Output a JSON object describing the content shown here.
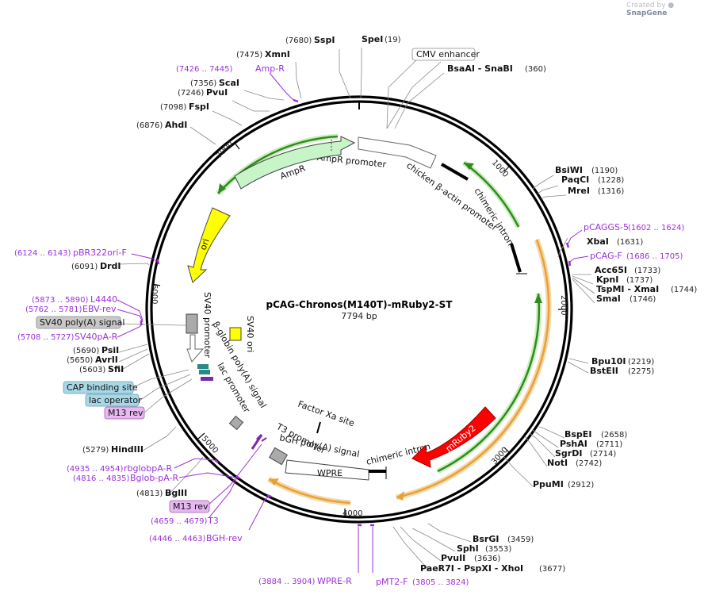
{
  "credit": {
    "prefix": "Created by",
    "brand": "SnapGene"
  },
  "plasmid": {
    "name": "pCAG-Chronos(M140T)-mRuby2-ST",
    "size": "7794 bp"
  },
  "ticks": [
    "1000",
    "2000",
    "3000",
    "4000",
    "5000",
    "6000",
    "7000"
  ],
  "sites": [
    {
      "name": "SpeI",
      "pos": "(19)"
    },
    {
      "name": "SspI",
      "pos": "(7680)"
    },
    {
      "name": "XmnI",
      "pos": "(7475)"
    },
    {
      "name": "ScaI",
      "pos": "(7356)"
    },
    {
      "name": "PvuI",
      "pos": "(7246)"
    },
    {
      "name": "FspI",
      "pos": "(7098)"
    },
    {
      "name": "AhdI",
      "pos": "(6876)"
    },
    {
      "name": "DrdI",
      "pos": "(6091)"
    },
    {
      "name": "PsiI",
      "pos": "(5690)"
    },
    {
      "name": "AvrII",
      "pos": "(5650)"
    },
    {
      "name": "SfiI",
      "pos": "(5603)"
    },
    {
      "name": "HindIII",
      "pos": "(5279)"
    },
    {
      "name": "BglII",
      "pos": "(4813)"
    },
    {
      "name": "BsaAI - SnaBI",
      "pos": "(360)"
    },
    {
      "name": "BsiWI",
      "pos": "(1190)"
    },
    {
      "name": "PaqCI",
      "pos": "(1228)"
    },
    {
      "name": "MreI",
      "pos": "(1316)"
    },
    {
      "name": "XbaI",
      "pos": "(1631)"
    },
    {
      "name": "Acc65I",
      "pos": "(1733)"
    },
    {
      "name": "KpnI",
      "pos": "(1737)"
    },
    {
      "name": "TspMI - XmaI",
      "pos": "(1744)"
    },
    {
      "name": "SmaI",
      "pos": "(1746)"
    },
    {
      "name": "Bpu10I",
      "pos": "(2219)"
    },
    {
      "name": "BstEII",
      "pos": "(2275)"
    },
    {
      "name": "BspEI",
      "pos": "(2658)"
    },
    {
      "name": "PshAI",
      "pos": "(2711)"
    },
    {
      "name": "SgrDI",
      "pos": "(2714)"
    },
    {
      "name": "NotI",
      "pos": "(2742)"
    },
    {
      "name": "PpuMI",
      "pos": "(2912)"
    },
    {
      "name": "BsrGI",
      "pos": "(3459)"
    },
    {
      "name": "SphI",
      "pos": "(3553)"
    },
    {
      "name": "PvuII",
      "pos": "(3636)"
    },
    {
      "name": "PaeR7I - PspXI - XhoI",
      "pos": "(3677)"
    }
  ],
  "primers": [
    {
      "name": "Amp-R",
      "range": "(7426 .. 7445)"
    },
    {
      "name": "pBR322ori-F",
      "range": "(6124 .. 6143)"
    },
    {
      "name": "L4440",
      "range": "(5873 .. 5890)"
    },
    {
      "name": "EBV-rev",
      "range": "(5762 .. 5781)"
    },
    {
      "name": "SV40pA-R",
      "range": "(5708 .. 5727)"
    },
    {
      "name": "rbglobpA-R",
      "range": "(4935 .. 4954)"
    },
    {
      "name": "Bglob-pA-R",
      "range": "(4816 .. 4835)"
    },
    {
      "name": "T3",
      "range": "(4659 .. 4679)"
    },
    {
      "name": "BGH-rev",
      "range": "(4446 .. 4463)"
    },
    {
      "name": "WPRE-R",
      "range": "(3884 .. 3904)"
    },
    {
      "name": "pMT2-F",
      "range": "(3805 .. 3824)"
    },
    {
      "name": "pCAGGS-5",
      "range": "(1602 .. 1624)"
    },
    {
      "name": "pCAG-F",
      "range": "(1686 .. 1705)"
    }
  ],
  "boxed": [
    {
      "name": "CMV enhancer"
    },
    {
      "name": "SV40 poly(A) signal"
    },
    {
      "name": "CAP binding site"
    },
    {
      "name": "lac operator"
    },
    {
      "name": "M13 rev"
    },
    {
      "name": "M13 rev"
    }
  ],
  "features": {
    "ampr_promoter": "AmpR promoter",
    "ampr": "AmpR",
    "chicken_actin": "chicken β-actin promoter",
    "chimeric_intron": "chimeric intron",
    "chimeric_intron2": "chimeric intron",
    "ori": "ori",
    "sv40_promoter": "SV40 promoter",
    "sv40_ori": "SV40 ori",
    "beta_globin": "β-globin poly(A) signal",
    "lac_promoter": "lac promoter",
    "factor_xa": "Factor Xa site",
    "t3_promoter": "T3 promoter",
    "bgh": "bGH poly(A) signal",
    "wpre": "WPRE",
    "mruby2": "mRuby2"
  },
  "colors": {
    "ampr_fill": "#c8f5c8",
    "ori_fill": "#ffff00",
    "mruby_fill": "#ff0000",
    "orange_arc": "#e8a038",
    "green_arc": "#2e8b1e",
    "primer": "#9b30d9",
    "boxed_gray": "#c8c8c8",
    "boxed_blue": "#a8d8e8",
    "boxed_purple": "#e8b8f0"
  }
}
